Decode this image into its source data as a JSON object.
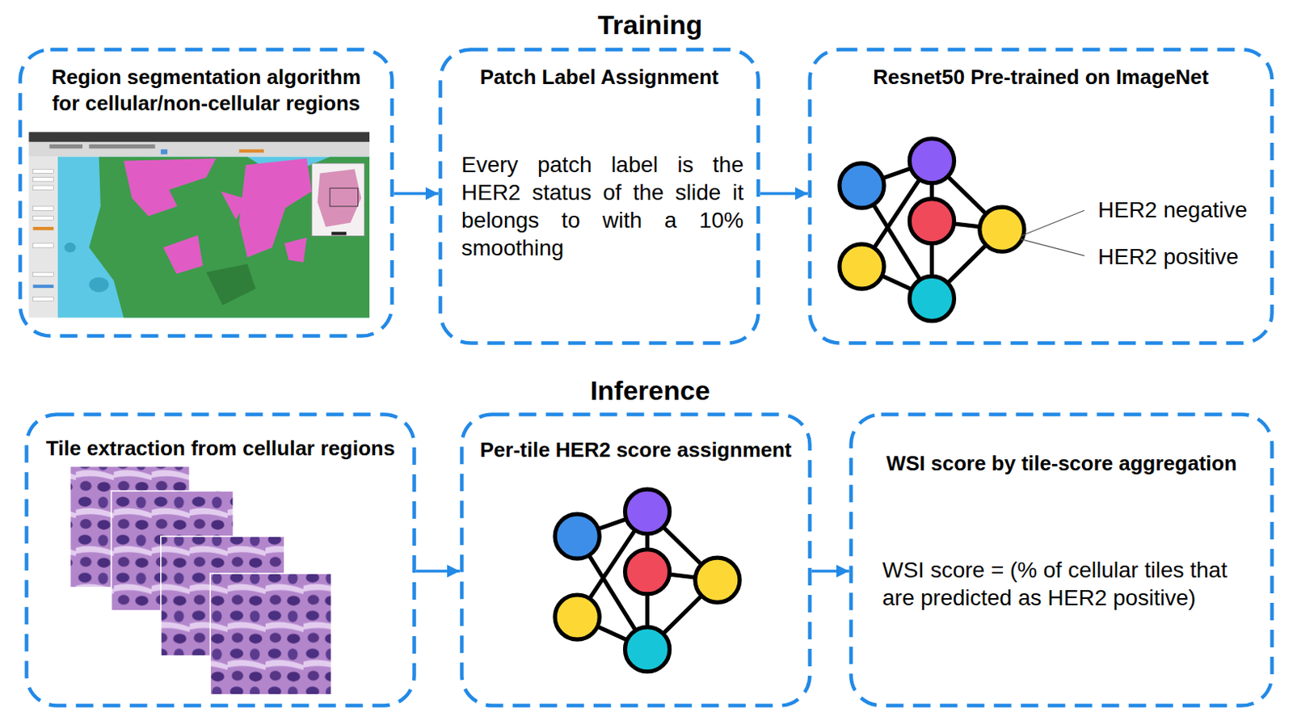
{
  "diagram": {
    "nodes": [
      {
        "text": [
          "Region segmentation algorithm for cellular/non-cellular regions"
        ]
      },
      {
        "text": [
          "Patch Label Assignment",
          "Every patch label is the HER2 status of the slide it belongs to with a 10% smoothing"
        ]
      },
      {
        "text": [
          "Resnet50 Pre-trained on ImageNet"
        ]
      },
      {
        "text": [
          "Tile extraction from cellular regions"
        ]
      },
      {
        "text": [
          "Per-tile HER2 score assignment"
        ]
      },
      {
        "text": [
          "WSI score by tile-score aggregation",
          "WSI score = (% of cellular tiles that are predicted as HER2 positive)"
        ]
      }
    ],
    "edges": [
      {
        "from": 0,
        "to": 1,
        "arrow": "to"
      },
      {
        "from": 1,
        "to": 2,
        "arrow": "to"
      },
      {
        "from": 3,
        "to": 4,
        "arrow": "to"
      },
      {
        "from": 4,
        "to": 5,
        "arrow": "to"
      }
    ],
    "labels": [
      "Training",
      "Inference",
      "HER2 negative",
      "HER2 positive"
    ]
  }
}
